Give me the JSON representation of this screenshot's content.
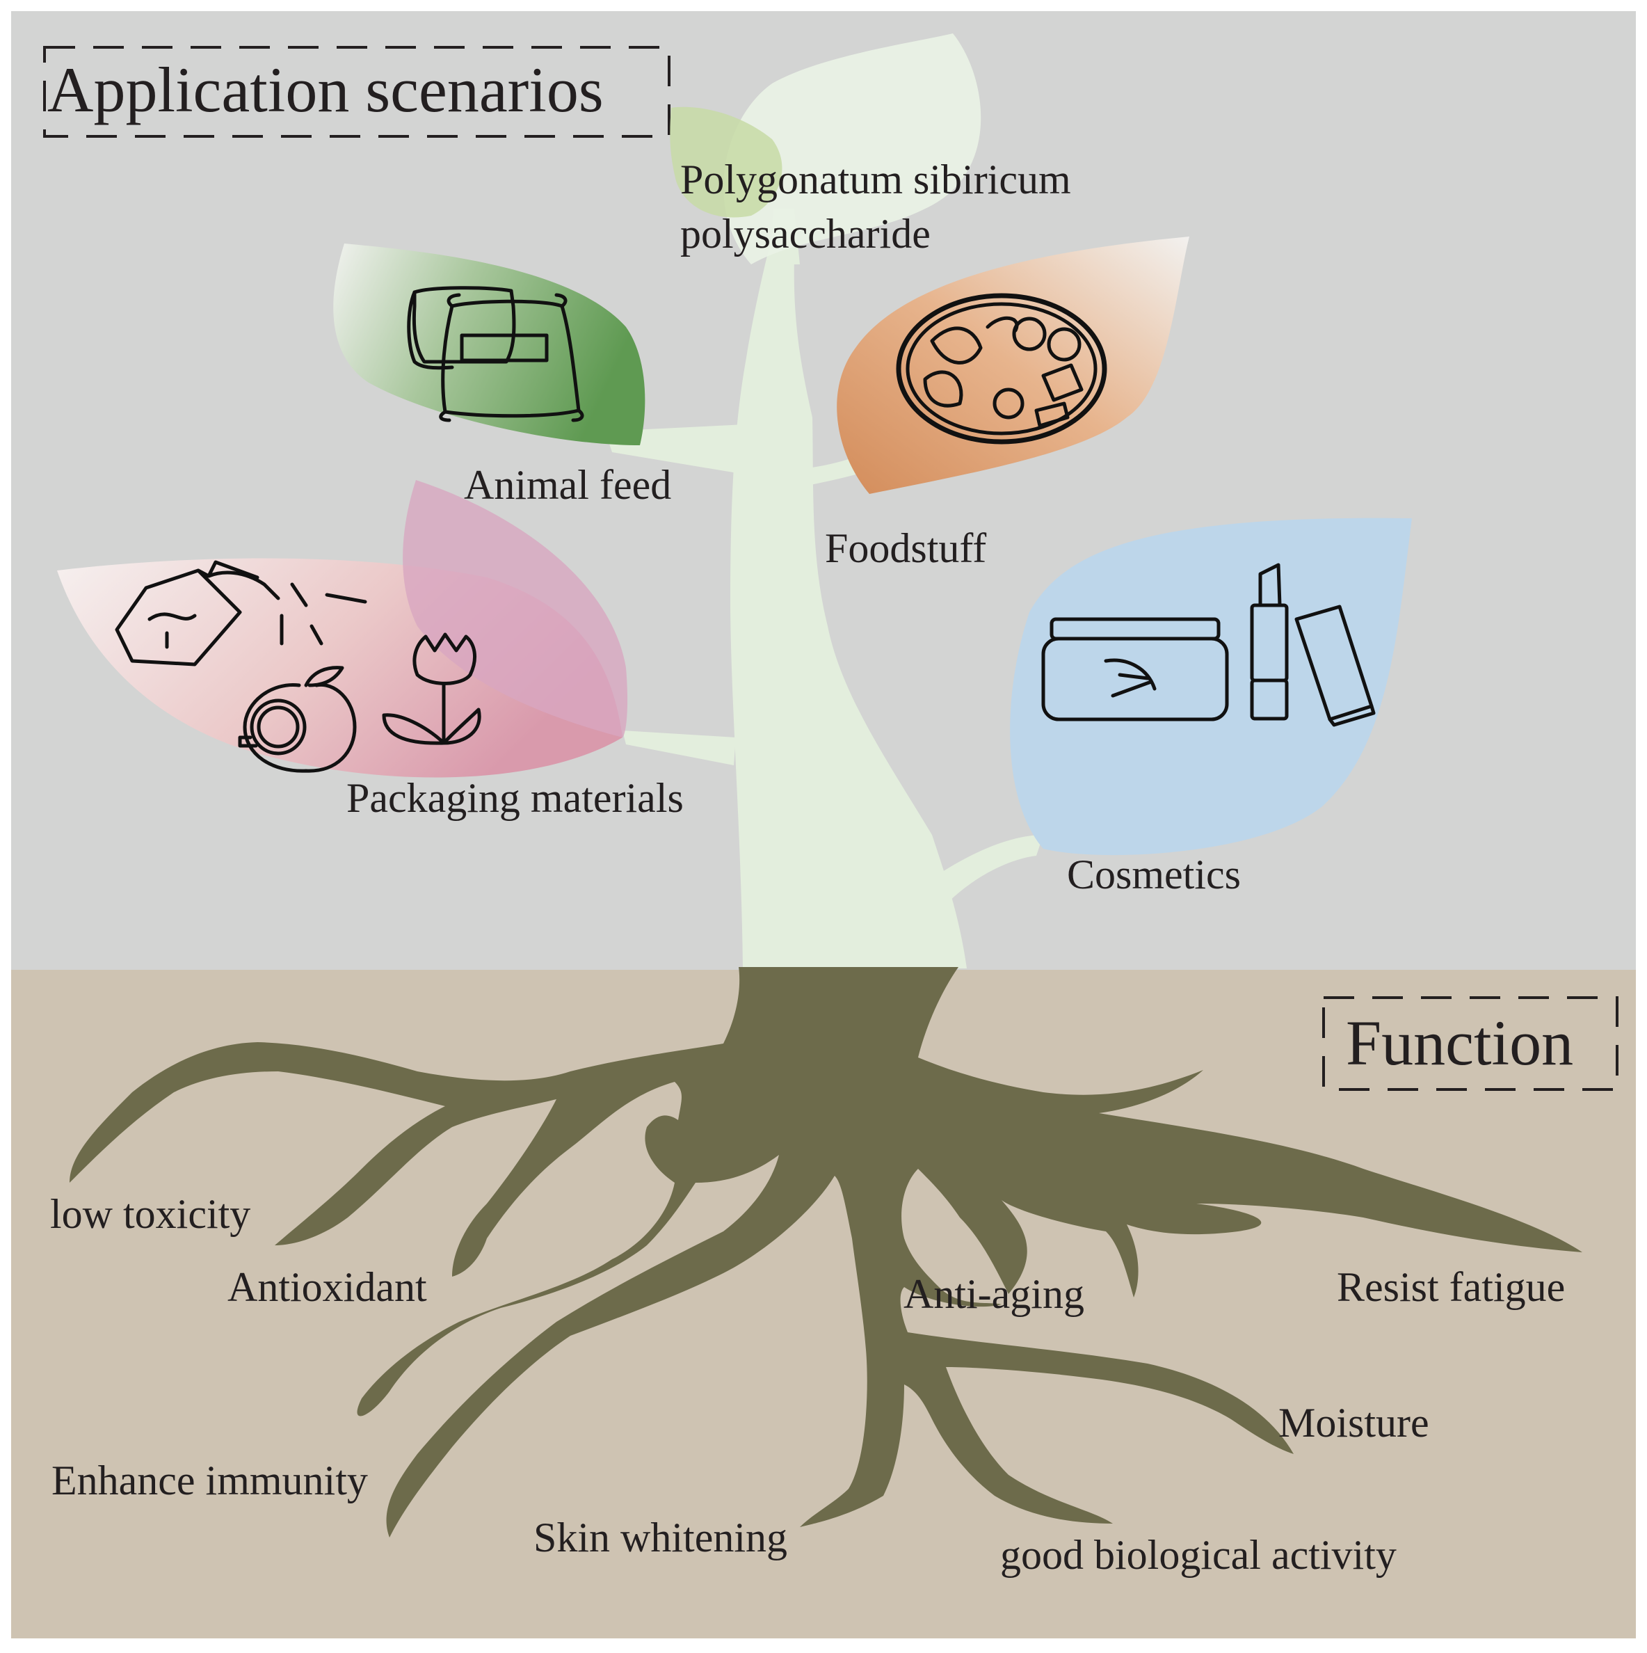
{
  "title_top": "Application scenarios",
  "title_bottom": "Function",
  "center_label": {
    "line1": "Polygonatum sibiricum",
    "line2": "polysaccharide"
  },
  "applications": {
    "animal_feed": "Animal feed",
    "foodstuff": "Foodstuff",
    "packaging": "Packaging materials",
    "cosmetics": "Cosmetics"
  },
  "functions": {
    "low_toxicity": "low toxicity",
    "antioxidant": "Antioxidant",
    "enhance_immunity": "Enhance immunity",
    "skin_whitening": "Skin whitening",
    "anti_aging": "Anti-aging",
    "resist_fatigue": "Resist fatigue",
    "moisture": "Moisture",
    "biological_activity": "good biological activity"
  },
  "colors": {
    "sky": "#d4d5d4",
    "soil": "#cec3b2",
    "root": "#6d6b4b",
    "stem": "#e3eedd",
    "leaf_feed": "#6a9f5c",
    "leaf_food": "#d99a6b",
    "leaf_pack": "#d9a7bf",
    "leaf_cosm": "#bcd6ea"
  }
}
